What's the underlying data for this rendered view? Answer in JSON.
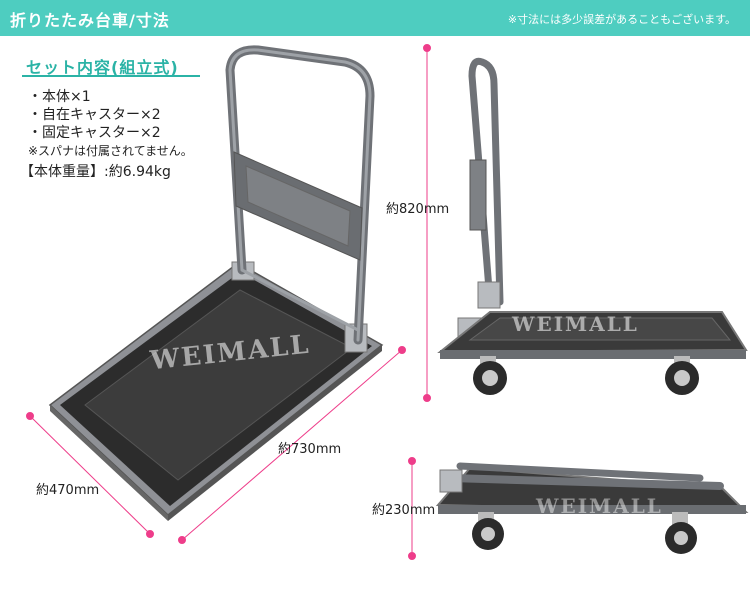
{
  "header": {
    "title": "折りたたみ台車/寸法",
    "note": "※寸法には多少誤差があることもございます。"
  },
  "contents": {
    "title": "セット内容(組立式)",
    "items": [
      "・本体×1",
      "・自在キャスター×2",
      "・固定キャスター×2"
    ],
    "note": "※スパナは付属されてません。",
    "weight": "【本体重量】:約6.94kg"
  },
  "dimensions": {
    "width": "約470mm",
    "length": "約730mm",
    "height": "約820mm",
    "folded_height": "約230mm"
  },
  "watermark": "WEIMALL",
  "colors": {
    "header_bg": "#4ecdc0",
    "accent_text": "#2bb3a6",
    "dimension_line": "#ee3d8a",
    "frame": "#7a7d82",
    "deck": "#3a3a3a"
  }
}
